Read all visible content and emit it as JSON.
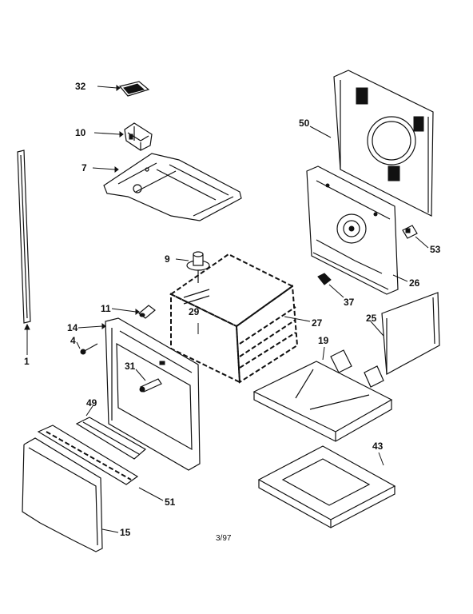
{
  "callouts": {
    "c32": "32",
    "c10": "10",
    "c7": "7",
    "c9": "9",
    "c11": "11",
    "c14": "14",
    "c4": "4",
    "c1": "1",
    "c49": "49",
    "c31": "31",
    "c29": "29",
    "c27": "27",
    "c51": "51",
    "c15": "15",
    "c50": "50",
    "c53": "53",
    "c26": "26",
    "c37": "37",
    "c25": "25",
    "c19": "19",
    "c43": "43"
  },
  "footer": {
    "date": "3/97"
  }
}
